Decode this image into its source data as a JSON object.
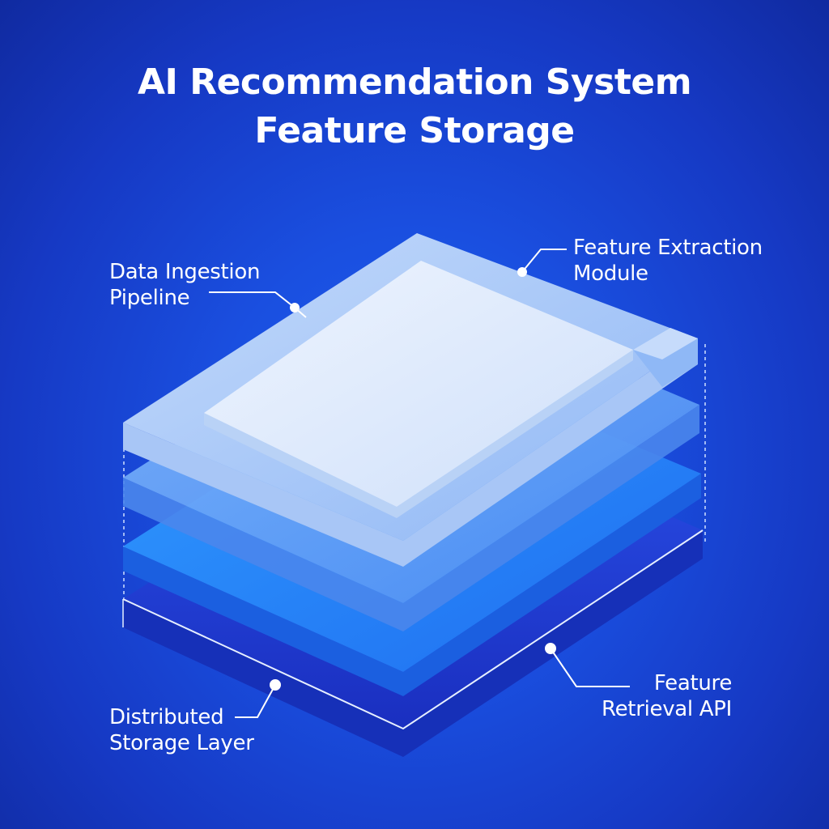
{
  "title": {
    "line1": "AI Recommendation System",
    "line2": "Feature Storage"
  },
  "labels": {
    "ingestion": {
      "line1": "Data Ingestion",
      "line2": "Pipeline"
    },
    "extraction": {
      "line1": "Feature Extraction",
      "line2": "Module"
    },
    "storage": {
      "line1": "Distributed",
      "line2": "Storage Layer"
    },
    "retrieval": {
      "line1": "Feature",
      "line2": "Retrieval API"
    }
  },
  "colors": {
    "background": "#1a4fe0",
    "layer_top": "#dbe8fb",
    "layer_light": "#a9c8f7",
    "layer_mid": "#5a9af5",
    "layer_bright": "#2a8bff",
    "layer_base": "#1e3fd8",
    "annotation": "#ffffff"
  }
}
